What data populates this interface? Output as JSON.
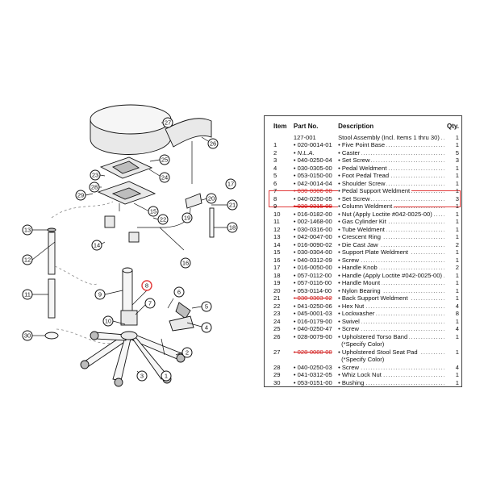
{
  "table": {
    "headers": {
      "item": "Item",
      "part_no": "Part No.",
      "description": "Description",
      "qty": "Qty."
    },
    "rows": [
      {
        "item": "",
        "part": "127-001",
        "desc": "Stool Assembly (Incl. Items 1 thru 30)",
        "qty": "1",
        "strike": false
      },
      {
        "item": "1",
        "part": "• 020-0014-01",
        "desc": "• Five Point Base",
        "qty": "1",
        "strike": false
      },
      {
        "item": "2",
        "part": "• N.L.A.",
        "desc": "• Caster",
        "qty": "5",
        "strike": false,
        "italic_part": true
      },
      {
        "item": "3",
        "part": "• 040-0250-04",
        "desc": "• Set Screw",
        "qty": "3",
        "strike": false
      },
      {
        "item": "4",
        "part": "• 030-0305-00",
        "desc": "• Pedal Weldment",
        "qty": "1",
        "strike": false
      },
      {
        "item": "5",
        "part": "• 053-0150-00",
        "desc": "• Foot Pedal Tread",
        "qty": "1",
        "strike": false
      },
      {
        "item": "6",
        "part": "• 042-0014-04",
        "desc": "• Shoulder Screw",
        "qty": "1",
        "strike": false
      },
      {
        "item": "7",
        "part": "• 030-0306-00",
        "desc": "• Pedal Support Weldment",
        "qty": "1",
        "strike": true
      },
      {
        "item": "8",
        "part": "• 040-0250-05",
        "desc": "• Set Screw",
        "qty": "3",
        "strike": false,
        "highlight": true
      },
      {
        "item": "9",
        "part": "• 030-0315-00",
        "desc": "• Column Weldment",
        "qty": "1",
        "strike": true
      },
      {
        "item": "10",
        "part": "• 016-0182-00",
        "desc": "• Nut (Apply Loctite #042-0025-00)",
        "qty": "1",
        "strike": false
      },
      {
        "item": "11",
        "part": "• 002-1468-00",
        "desc": "• Gas Cylinder Kit",
        "qty": "1",
        "strike": false
      },
      {
        "item": "12",
        "part": "• 030-0316-00",
        "desc": "• Tube Weldment",
        "qty": "1",
        "strike": false
      },
      {
        "item": "13",
        "part": "• 042-0047-00",
        "desc": "• Crescent Ring",
        "qty": "1",
        "strike": false
      },
      {
        "item": "14",
        "part": "• 016-0090-02",
        "desc": "• Die Cast Jaw",
        "qty": "2",
        "strike": false
      },
      {
        "item": "15",
        "part": "• 030-0304-00",
        "desc": "• Support Plate Weldment",
        "qty": "1",
        "strike": false
      },
      {
        "item": "16",
        "part": "• 040-0312-09",
        "desc": "• Screw",
        "qty": "1",
        "strike": false
      },
      {
        "item": "17",
        "part": "• 016-0050-00",
        "desc": "• Handle Knob",
        "qty": "2",
        "strike": false
      },
      {
        "item": "18",
        "part": "• 057-0112-00",
        "desc": "• Handle (Apply Loctite #042-0025-00)",
        "qty": "1",
        "strike": false
      },
      {
        "item": "19",
        "part": "• 057-0116-00",
        "desc": "• Handle Mount",
        "qty": "1",
        "strike": false
      },
      {
        "item": "20",
        "part": "• 053-0114-00",
        "desc": "• Nylon Bearing",
        "qty": "1",
        "strike": false
      },
      {
        "item": "21",
        "part": "• 030-0303-02",
        "desc": "• Back Support Weldment",
        "qty": "1",
        "strike": false,
        "strike_part": true
      },
      {
        "item": "22",
        "part": "• 041-0250-06",
        "desc": "• Hex Nut",
        "qty": "4",
        "strike": false
      },
      {
        "item": "23",
        "part": "• 045-0001-03",
        "desc": "• Lockwasher",
        "qty": "8",
        "strike": false
      },
      {
        "item": "24",
        "part": "• 016-0179-00",
        "desc": "• Swivel",
        "qty": "1",
        "strike": false
      },
      {
        "item": "25",
        "part": "• 040-0250-47",
        "desc": "• Screw",
        "qty": "4",
        "strike": false
      },
      {
        "item": "26",
        "part": "• 028-0079-00",
        "desc": "• Upholstered Torso Band",
        "qty": "1",
        "strike": false
      },
      {
        "item": "",
        "part": "",
        "desc": "(*Specify Color)",
        "qty": "",
        "strike": false,
        "continuation": true
      },
      {
        "item": "27",
        "part": "• 028-0080-00",
        "desc": "• Upholstered Stool Seat Pad",
        "qty": "1",
        "strike": false,
        "strike_part": true
      },
      {
        "item": "",
        "part": "",
        "desc": "(*Specify Color)",
        "qty": "",
        "strike": false,
        "continuation": true
      },
      {
        "item": "28",
        "part": "• 040-0250-03",
        "desc": "• Screw",
        "qty": "4",
        "strike": false
      },
      {
        "item": "29",
        "part": "• 041-0312-05",
        "desc": "• Whiz Lock Nut",
        "qty": "1",
        "strike": false
      },
      {
        "item": "30",
        "part": "• 053-0151-00",
        "desc": "• Bushing",
        "qty": "1",
        "strike": false
      }
    ]
  },
  "callouts": {
    "c1": "1",
    "c2": "2",
    "c3": "3",
    "c4": "4",
    "c5": "5",
    "c6": "6",
    "c7": "7",
    "c8": "8",
    "c9": "9",
    "c10": "10",
    "c11": "11",
    "c12": "12",
    "c13": "13",
    "c14": "14",
    "c15": "15",
    "c16": "16",
    "c17": "17",
    "c18": "18",
    "c19": "19",
    "c20": "20",
    "c21": "21",
    "c22": "22",
    "c23": "23",
    "c24": "24",
    "c25": "25",
    "c26": "26",
    "c27": "27",
    "c28": "28",
    "c29": "29",
    "c30": "30"
  },
  "colors": {
    "highlight": "#e23b3b",
    "strike": "#d21f1f"
  }
}
